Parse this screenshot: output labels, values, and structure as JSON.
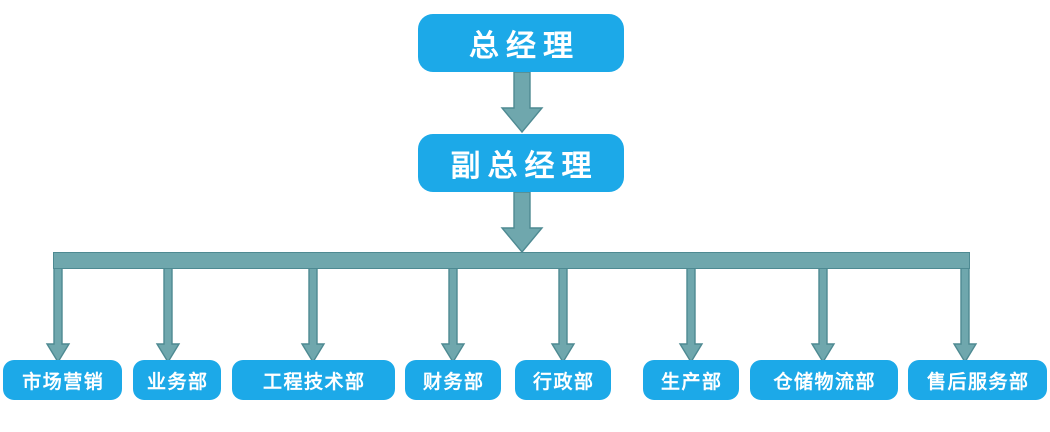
{
  "diagram": {
    "type": "organizational-chart",
    "title": "",
    "colors": {
      "node_fill": "#1CA9E8",
      "node_text": "#FFFFFF",
      "connector_fill": "#6FA7AD",
      "connector_stroke": "#4E8A92",
      "background": "#FFFFFF"
    }
  },
  "executives": [
    {
      "id": "general-manager",
      "label": "总经理"
    },
    {
      "id": "deputy-general-manager",
      "label": "副总经理"
    }
  ],
  "departments": [
    {
      "id": "marketing",
      "label": "市场营销"
    },
    {
      "id": "business",
      "label": "业务部"
    },
    {
      "id": "engineering-tech",
      "label": "工程技术部"
    },
    {
      "id": "finance",
      "label": "财务部"
    },
    {
      "id": "administration",
      "label": "行政部"
    },
    {
      "id": "production",
      "label": "生产部"
    },
    {
      "id": "warehouse-logistics",
      "label": "仓储物流部"
    },
    {
      "id": "after-sales",
      "label": "售后服务部"
    }
  ]
}
